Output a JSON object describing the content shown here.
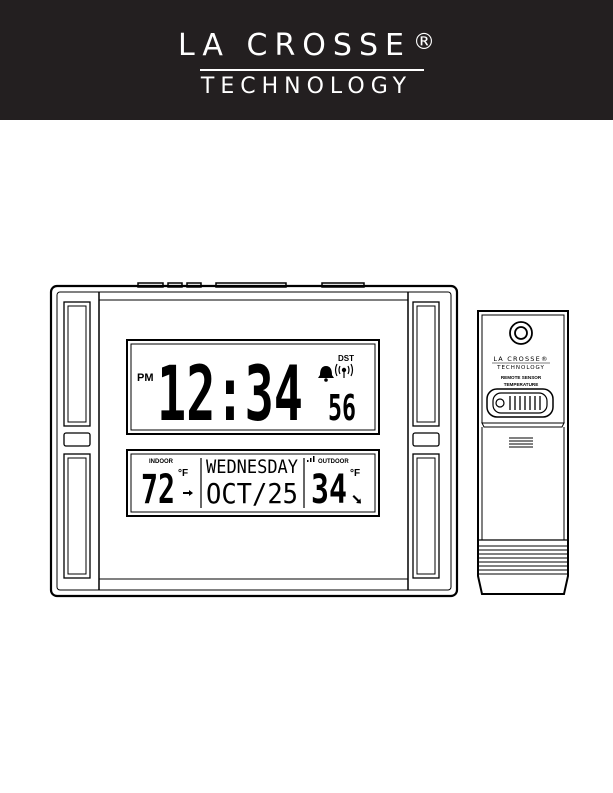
{
  "brand": {
    "name_line1": "LA CROSSE",
    "registered": "®",
    "name_line2": "TECHNOLOGY"
  },
  "clock": {
    "ampm": "PM",
    "time": "12:34",
    "seconds": "56",
    "dst": "DST",
    "indoor_label": "INDOOR",
    "indoor_temp": "72",
    "indoor_unit": "°F",
    "day": "WEDNESDAY",
    "date": "OCT/25",
    "outdoor_label": "OUTDOOR",
    "outdoor_temp": "34",
    "outdoor_unit": "°F"
  },
  "sensor": {
    "brand_line1": "LA CROSSE®",
    "brand_line2": "TECHNOLOGY",
    "label_line1": "REMOTE SENSOR",
    "label_line2": "TEMPERATURE"
  }
}
